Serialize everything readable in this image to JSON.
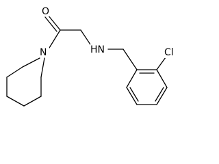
{
  "molecule": {
    "atoms": [
      {
        "id": "O",
        "label": "O"
      },
      {
        "id": "N1",
        "label": "N"
      },
      {
        "id": "NH",
        "label": "HN"
      },
      {
        "id": "Cl",
        "label": "Cl"
      }
    ]
  },
  "colors": {
    "bond": "#000000",
    "background": "#ffffff"
  }
}
